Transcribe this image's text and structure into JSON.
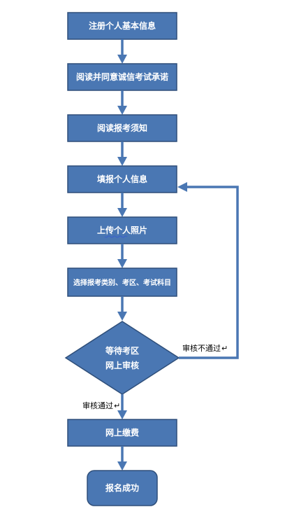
{
  "nodes": {
    "register": "注册个人基本信息",
    "read_agree": "阅读并同意诚信考试承诺",
    "read_notice": "阅读报考须知",
    "fill_info": "填报个人信息",
    "upload_photo": "上传个人照片",
    "choose": "选择报考类别、考区、考试科目",
    "wait_review_line1": "等待考区",
    "wait_review_line2": "网上审核",
    "pay": "网上缴费",
    "success": "报名成功"
  },
  "edges": {
    "fail_label": "审核不通过",
    "pass_label": "审核通过"
  },
  "colors": {
    "box_fill": "#4a77b3",
    "box_stroke": "#2f4f7a",
    "arrow": "#4a77b3",
    "text": "#ffffff"
  }
}
